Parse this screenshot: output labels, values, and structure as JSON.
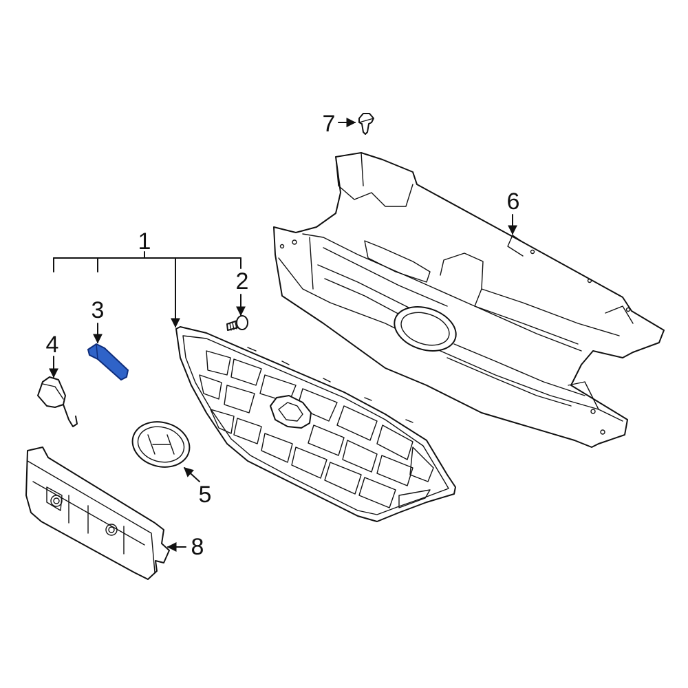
{
  "callouts": {
    "c1": "1",
    "c2": "2",
    "c3": "3",
    "c4": "4",
    "c5": "5",
    "c6": "6",
    "c7": "7",
    "c8": "8"
  },
  "highlight_color": "#2f63c8",
  "highlighted_part": "3"
}
